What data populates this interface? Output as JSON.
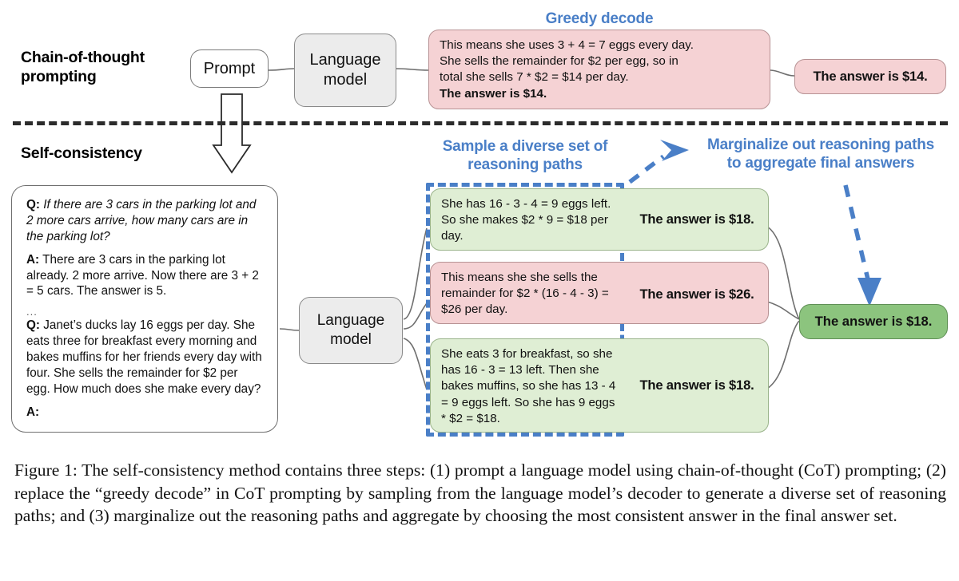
{
  "figure": {
    "caption_label": "Figure 1:",
    "caption_text": "Figure 1:  The self-consistency method contains three steps: (1) prompt a language model using chain-of-thought (CoT) prompting; (2) replace the “greedy decode” in CoT prompting by sampling from the language model’s decoder to generate a diverse set of reasoning paths; and (3) marginalize out the reasoning paths and aggregate by choosing the most consistent answer in the final answer set."
  },
  "colors": {
    "accent_blue": "#4a7fc7",
    "pink_fill": "#f5d2d4",
    "light_green_fill": "#dfeed4",
    "dark_green_fill": "#8cc47e",
    "gray_fill": "#ececec",
    "outline": "#6f6f6f"
  },
  "top_row": {
    "section_title_line1": "Chain-of-thought",
    "section_title_line2": "prompting",
    "prompt_node": "Prompt",
    "model_node_line1": "Language",
    "model_node_line2": "model",
    "greedy_label": "Greedy decode",
    "output": {
      "line1": "This means she uses 3 + 4 = 7 eggs every day.",
      "line2": "She sells the remainder for $2 per egg, so in",
      "line3": "total she sells 7 * $2 = $14 per day.",
      "line4_bold": "The answer is $14."
    },
    "final_answer": "The answer is $14."
  },
  "bottom_row": {
    "section_title": "Self-consistency",
    "model_node_line1": "Language",
    "model_node_line2": "model",
    "prompt_card": {
      "q1_label": "Q:",
      "q1_text": "If there are 3 cars in the parking lot and 2 more cars arrive, how many cars are in the parking lot?",
      "a1_label": "A:",
      "a1_text": "There are 3 cars in the parking lot already. 2 more arrive. Now there are 3 + 2 = 5 cars. The answer is 5.",
      "ellipsis": "...",
      "q2_label": "Q:",
      "q2_text": "Janet’s ducks lay 16 eggs per day. She eats three for breakfast every morning and bakes muffins for her friends every day with four. She sells the remainder for $2 per egg. How much does she make every day?",
      "a2_label": "A:"
    },
    "sample_label_line1": "Sample a diverse set of",
    "sample_label_line2": "reasoning paths",
    "marginalize_label_line1": "Marginalize out reasoning paths",
    "marginalize_label_line2": "to aggregate final answers",
    "paths": [
      {
        "color": "green",
        "reasoning": "She has 16 - 3 - 4 = 9 eggs left. So she makes $2 * 9 = $18 per day.",
        "answer": "The answer is $18."
      },
      {
        "color": "pink",
        "reasoning": "This means she she sells the remainder for $2 * (16 - 4 - 3) = $26 per day.",
        "answer": "The answer is $26."
      },
      {
        "color": "green",
        "reasoning": "She eats 3 for breakfast, so she has 16 - 3 = 13 left. Then she bakes muffins, so she has 13 - 4 = 9 eggs left. So she has 9 eggs * $2 = $18.",
        "answer": "The answer is $18."
      }
    ],
    "final_answer": "The answer is $18."
  }
}
